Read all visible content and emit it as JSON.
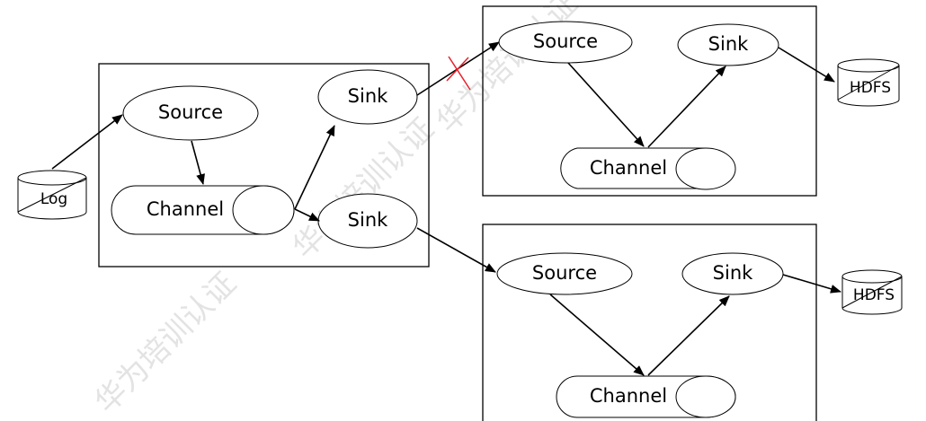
{
  "watermark": "华为培训认证",
  "agents": [
    {
      "source": "Source",
      "channel": "Channel",
      "sinks": [
        "Sink",
        "Sink"
      ]
    },
    {
      "source": "Source",
      "channel": "Channel",
      "sink": "Sink"
    },
    {
      "source": "Source",
      "channel": "Channel",
      "sink": "Sink"
    }
  ],
  "stores": {
    "input": "Log",
    "output_top": "HDFS",
    "output_bottom": "HDFS"
  },
  "colors": {
    "failure_mark": "#e8202a",
    "line": "#000000",
    "watermark": "#e3e3e3"
  },
  "failed_link": "agent1-sink1 -> agent2-source"
}
